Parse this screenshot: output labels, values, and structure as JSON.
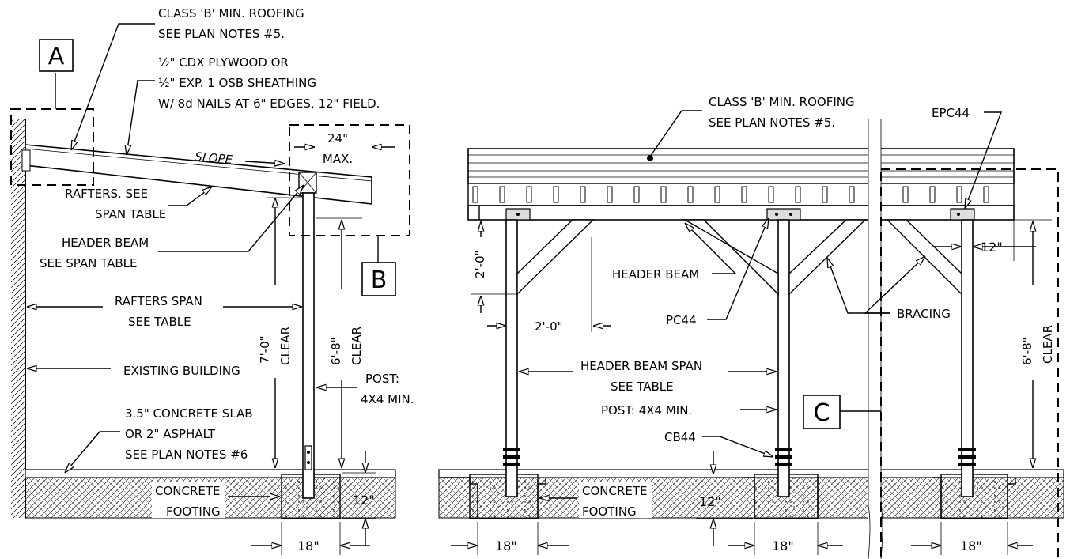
{
  "left_view": {
    "roofing_note": [
      "CLASS 'B' MIN. ROOFING",
      "SEE PLAN NOTES #5."
    ],
    "sheathing_note": [
      "½\" CDX PLYWOOD OR",
      "½\" EXP. 1 OSB SHEATHING",
      "W/ 8d NAILS AT 6\" EDGES, 12\" FIELD."
    ],
    "detail_a": "A",
    "detail_b": "B",
    "slope_label": "SLOPE",
    "overhang_dim": [
      "24\"",
      "MAX."
    ],
    "rafters_note": [
      "RAFTERS. SEE",
      "SPAN TABLE"
    ],
    "header_note": [
      "HEADER BEAM",
      "SEE SPAN TABLE"
    ],
    "rafters_span_note": [
      "RAFTERS SPAN",
      "SEE TABLE"
    ],
    "existing_building": "EXISTING BUILDING",
    "clear_7": [
      "7'-0\"",
      "CLEAR"
    ],
    "clear_68": [
      "6'-8\"",
      "CLEAR"
    ],
    "post_note": [
      "POST:",
      "4X4 MIN."
    ],
    "slab_note": [
      "3.5\" CONCRETE SLAB",
      "OR 2\" ASPHALT",
      "SEE PLAN NOTES #6"
    ],
    "footing_note": [
      "CONCRETE",
      "FOOTING"
    ],
    "depth_dim": "12\"",
    "width_dim": "18\""
  },
  "right_view": {
    "roofing_note": [
      "CLASS 'B' MIN. ROOFING",
      "SEE PLAN NOTES #5."
    ],
    "epc_label": "EPC44",
    "offset_12": "12\"",
    "dim_2ft_v": "2'-0\"",
    "dim_2ft_h": "2'-0\"",
    "header_beam": "HEADER BEAM",
    "pc44": "PC44",
    "bracing": "BRACING",
    "clear_68": [
      "6'-8\"",
      "CLEAR"
    ],
    "header_span": [
      "HEADER BEAM SPAN",
      "SEE TABLE"
    ],
    "post_note": "POST: 4X4 MIN.",
    "cb44": "CB44",
    "detail_c": "C",
    "footing_note": [
      "CONCRETE",
      "FOOTING"
    ],
    "depth_dim": "12\"",
    "width_dim_1": "18\"",
    "width_dim_2": "18\"",
    "width_dim_3": "18\""
  }
}
